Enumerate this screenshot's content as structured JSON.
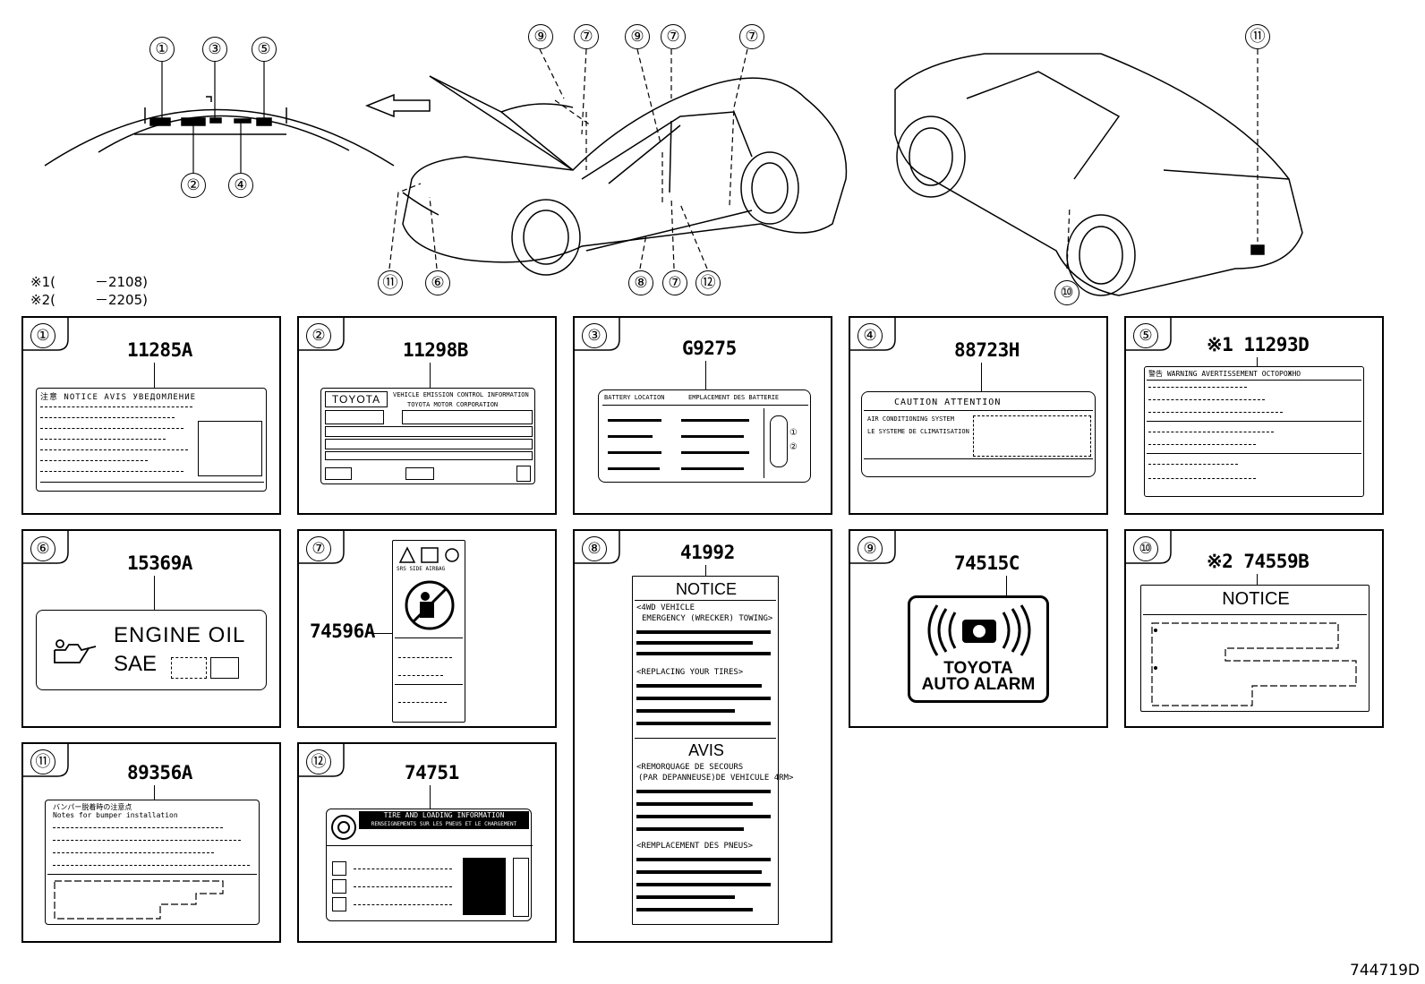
{
  "callouts": {
    "steer": [
      "①",
      "③",
      "⑤",
      "②",
      "④"
    ],
    "front": [
      "⑨",
      "⑦",
      "⑨",
      "⑦",
      "⑦",
      "⑪",
      "⑥",
      "⑧",
      "⑦",
      "⑫"
    ],
    "rear": [
      "⑪",
      "⑩"
    ]
  },
  "notes": [
    {
      "mark": "※1(",
      "value": "－2108)"
    },
    {
      "mark": "※2(",
      "value": "－2205)"
    }
  ],
  "panels": [
    {
      "num": "①",
      "part": "11285A"
    },
    {
      "num": "②",
      "part": "11298B"
    },
    {
      "num": "③",
      "part": "G9275"
    },
    {
      "num": "④",
      "part": "88723H"
    },
    {
      "num": "⑤",
      "part": "※1 11293D"
    },
    {
      "num": "⑥",
      "part": "15369A"
    },
    {
      "num": "⑦",
      "part": "74596A"
    },
    {
      "num": "⑧",
      "part": "41992"
    },
    {
      "num": "⑨",
      "part": "74515C"
    },
    {
      "num": "⑩",
      "part": "※2 74559B"
    },
    {
      "num": "⑪",
      "part": "89356A"
    },
    {
      "num": "⑫",
      "part": "74751"
    }
  ],
  "labels": {
    "l1": {
      "header": "注意 NOTICE AVIS УВЕДОМЛЕНИЕ"
    },
    "l2": {
      "brand": "TOYOTA",
      "line1": "VEHICLE EMISSION CONTROL INFORMATION",
      "line2": "TOYOTA MOTOR CORPORATION"
    },
    "l3": {
      "left": "BATTERY LOCATION",
      "right": "EMPLACEMENT DES BATTERIE",
      "c1": "①",
      "c2": "②"
    },
    "l4": {
      "title": "CAUTION ATTENTION",
      "r1": "AIR CONDITIONING SYSTEM",
      "r2": "LE SYSTEME DE CLIMATISATION"
    },
    "l5": {
      "header": "警告 WARNING AVERTISSEMENT ОСТОРОЖНО"
    },
    "l6": {
      "line1": "ENGINE OIL",
      "line2": "SAE"
    },
    "l7": {
      "sub": "SRS SIDE AIRBAG"
    },
    "l8": {
      "title": "NOTICE",
      "s1": "<4WD VEHICLE",
      "s2": "EMERGENCY (WRECKER) TOWING>",
      "s3": "<REPLACING YOUR TIRES>",
      "title2": "AVIS",
      "s4": "<REMORQUAGE DE SECOURS",
      "s5": "(PAR DEPANNEUSE)DE VEHICULE 4RM>",
      "s6": "<REMPLACEMENT DES PNEUS>"
    },
    "l9": {
      "line1": "TOYOTA",
      "line2": "AUTO ALARM"
    },
    "l10": {
      "title": "NOTICE"
    },
    "l11": {
      "line1": "バンパー脱着時の注意点",
      "line2": "Notes for bumper installation"
    },
    "l12": {
      "line1": "TIRE AND LOADING INFORMATION",
      "line2": "RENSEIGNEMENTS SUR LES PNEUS ET LE CHARGEMENT"
    }
  },
  "diagram_id": "744719D"
}
